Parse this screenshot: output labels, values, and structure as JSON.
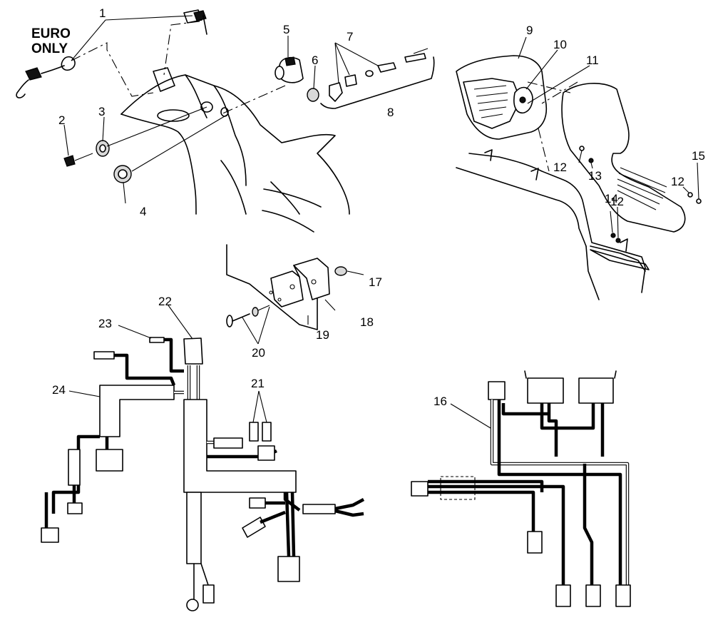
{
  "note_line1": "EURO",
  "note_line2": "ONLY",
  "callouts": [
    "1",
    "2",
    "3",
    "4",
    "5",
    "6",
    "7",
    "8",
    "9",
    "10",
    "11",
    "12",
    "13",
    "15",
    "12",
    "14",
    "12",
    "17",
    "18",
    "19",
    "20",
    "21",
    "22",
    "23",
    "24",
    "16"
  ]
}
